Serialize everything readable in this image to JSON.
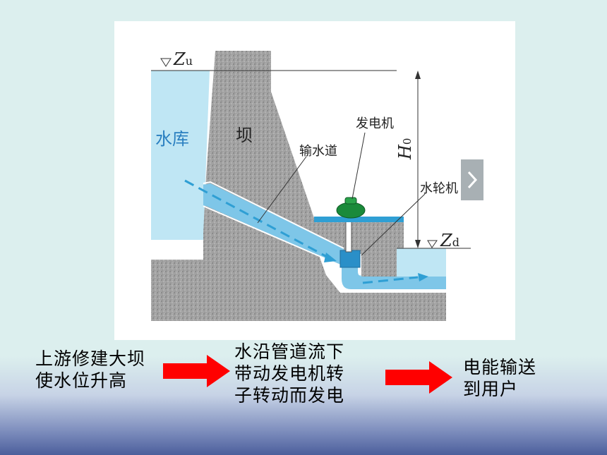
{
  "diagram": {
    "labels": {
      "reservoir": "水库",
      "dam": "坝",
      "penstock": "输水道",
      "generator": "发电机",
      "turbine": "水轮机",
      "upstream_level_main": "Z",
      "upstream_level_sub": "u",
      "downstream_level_main": "Z",
      "downstream_level_sub": "d",
      "head_main": "H",
      "head_sub": "0"
    },
    "colors": {
      "water": "#bfe6f4",
      "rock": "#a6a6a6",
      "pipe": "#2f9fd4",
      "generator": "#1a8a3a",
      "turbine": "#2a8fc8",
      "label_blue": "#2a7fc0"
    }
  },
  "steps": [
    {
      "line1": "上游修建大坝",
      "line2": "使水位升高"
    },
    {
      "line1": "水沿管道流下",
      "line2": "带动发电机转",
      "line3": "子转动而发电"
    },
    {
      "line1": "电能输送",
      "line2": "到用户"
    }
  ],
  "arrow_color": "#ff0000"
}
